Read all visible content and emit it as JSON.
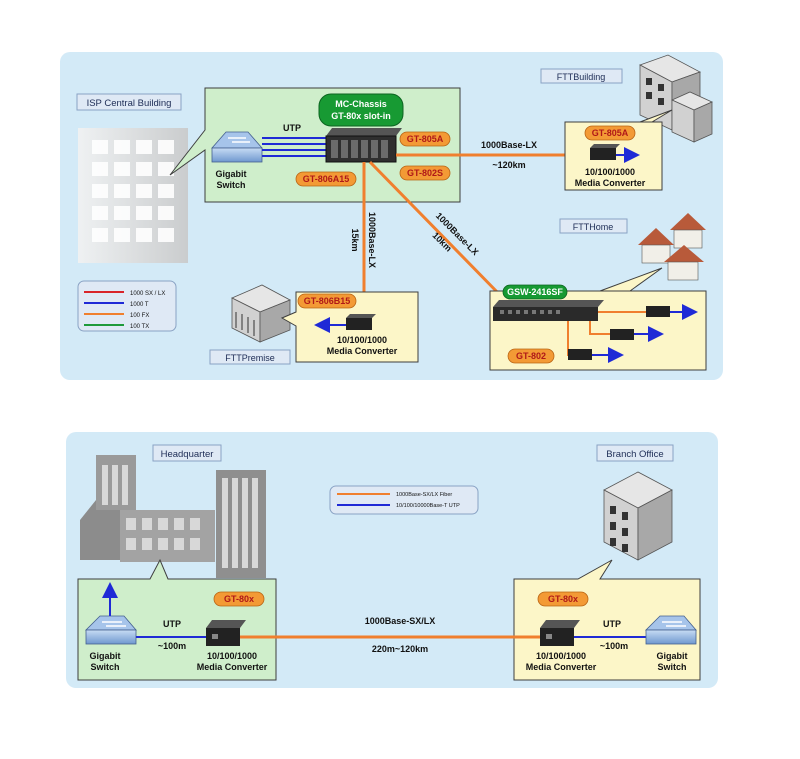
{
  "colors": {
    "panel_bg": "#d3eaf7",
    "green_box": "#cfeecb",
    "yellow_box": "#fcf6c8",
    "fiber": "#f07f2e",
    "utp": "#1f2ad6",
    "red_line": "#d9242a",
    "green_line": "#1f9a3a",
    "orange_badge": "#f39a35",
    "green_badge": "#179a33"
  },
  "top": {
    "isp_label": "ISP Central Building",
    "ftt_building_label": "FTTBuilding",
    "ftt_home_label": "FTTHome",
    "ftt_premise_label": "FTTPremise",
    "chassis_line1": "MC-Chassis",
    "chassis_line2": "GT-80x slot-in",
    "utp_label": "UTP",
    "gigabit_line1": "Gigabit",
    "gigabit_line2": "Switch",
    "gt805a": "GT-805A",
    "gt802s": "GT-802S",
    "gt806a15": "GT-806A15",
    "gt806b15": "GT-806B15",
    "gt805a_box": "GT-805A",
    "gt802": "GT-802",
    "gsw": "GSW-2416SF",
    "link_lx": "1000Base-LX",
    "link_120km": "~120km",
    "diag_lx": "1000Base-LX",
    "diag_10km": "10km",
    "vert_lx": "1000Base-LX",
    "vert_15km": "15km",
    "mc_b_line1": "10/100/1000",
    "mc_b_line2": "Media Converter",
    "mc_p_line1": "10/100/1000",
    "mc_p_line2": "Media Converter",
    "legend": [
      {
        "label": "1000  SX / LX",
        "color": "red"
      },
      {
        "label": "1000  T",
        "color": "blue"
      },
      {
        "label": "100    FX",
        "color": "orange"
      },
      {
        "label": "100    TX",
        "color": "green"
      }
    ]
  },
  "bottom": {
    "hq_label": "Headquarter",
    "branch_label": "Branch Office",
    "legend": [
      {
        "label": "1000Base-SX/LX Fiber",
        "color": "orange"
      },
      {
        "label": "10/100/10000Base-T UTP",
        "color": "blue"
      }
    ],
    "left_gt80x": "GT-80x",
    "right_gt80x": "GT-80x",
    "utp_left": "UTP",
    "dist_left": "~100m",
    "utp_right": "UTP",
    "dist_right": "~100m",
    "switch_left_1": "Gigabit",
    "switch_left_2": "Switch",
    "switch_right_1": "Gigabit",
    "switch_right_2": "Switch",
    "mc_left_1": "10/100/1000",
    "mc_left_2": "Media Converter",
    "mc_right_1": "10/100/1000",
    "mc_right_2": "Media Converter",
    "link_label": "1000Base-SX/LX",
    "link_dist": "220m~120km"
  }
}
